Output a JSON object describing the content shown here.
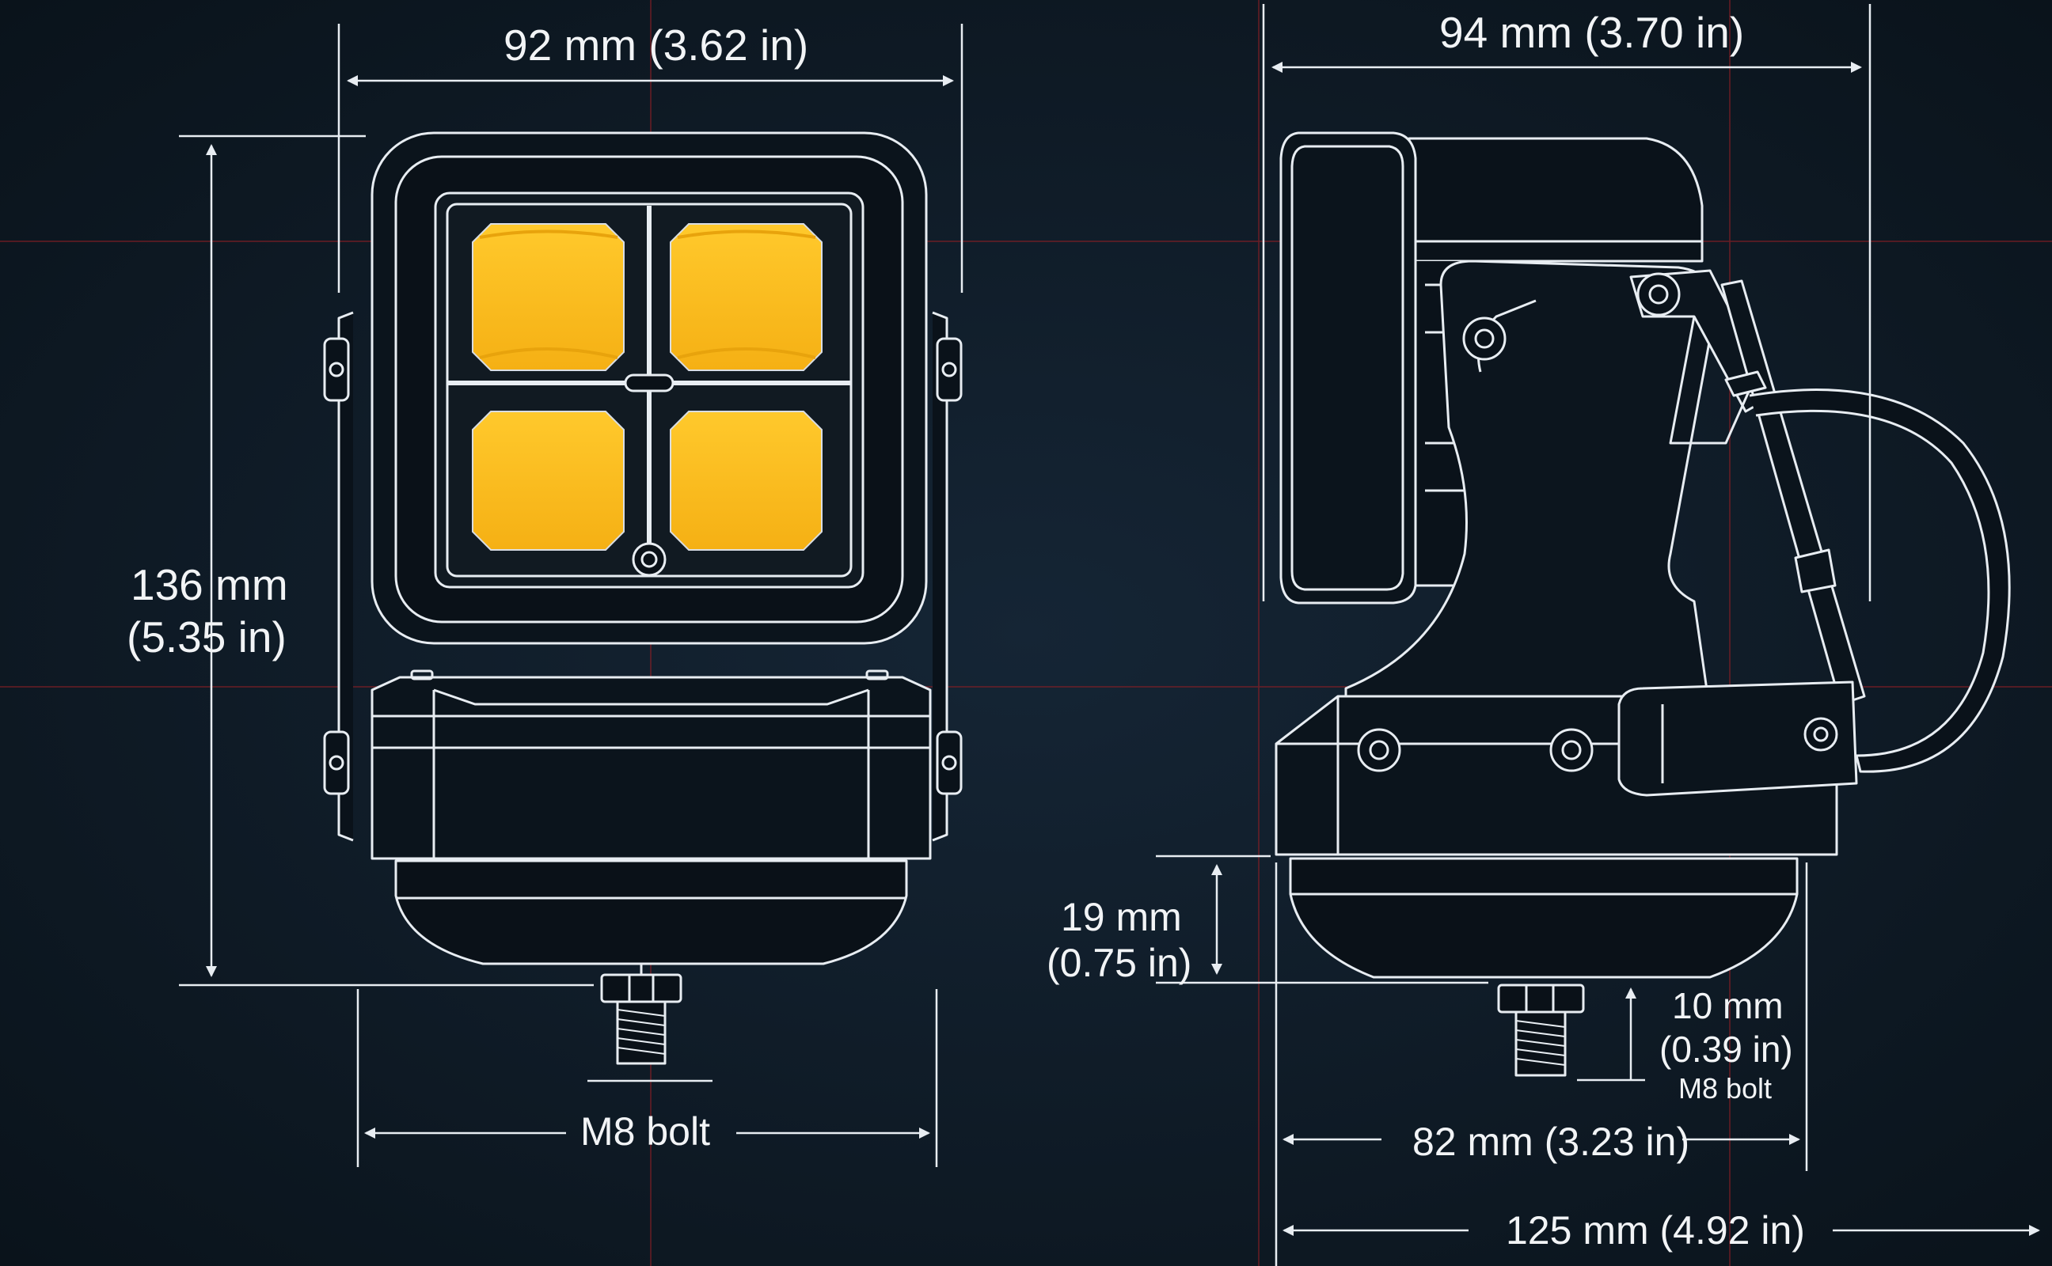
{
  "front_view": {
    "width_label": "92 mm (3.62 in)",
    "height_label_mm": "136 mm",
    "height_label_in": "(5.35 in)",
    "bolt_label": "M8 bolt"
  },
  "side_view": {
    "depth_label": "94 mm (3.70 in)",
    "base_height_mm": "19 mm",
    "base_height_in": "(0.75 in)",
    "bolt_length_mm": "10 mm",
    "bolt_length_in": "(0.39 in)",
    "bolt_label": "M8 bolt",
    "base_width_label": "82 mm (3.23 in)",
    "total_depth_label": "125 mm (4.92 in)"
  },
  "colors": {
    "background": "#0c1620",
    "line": "#e8edf2",
    "led_amber": "#ffbf22",
    "grid_red": "#8a1f25"
  }
}
